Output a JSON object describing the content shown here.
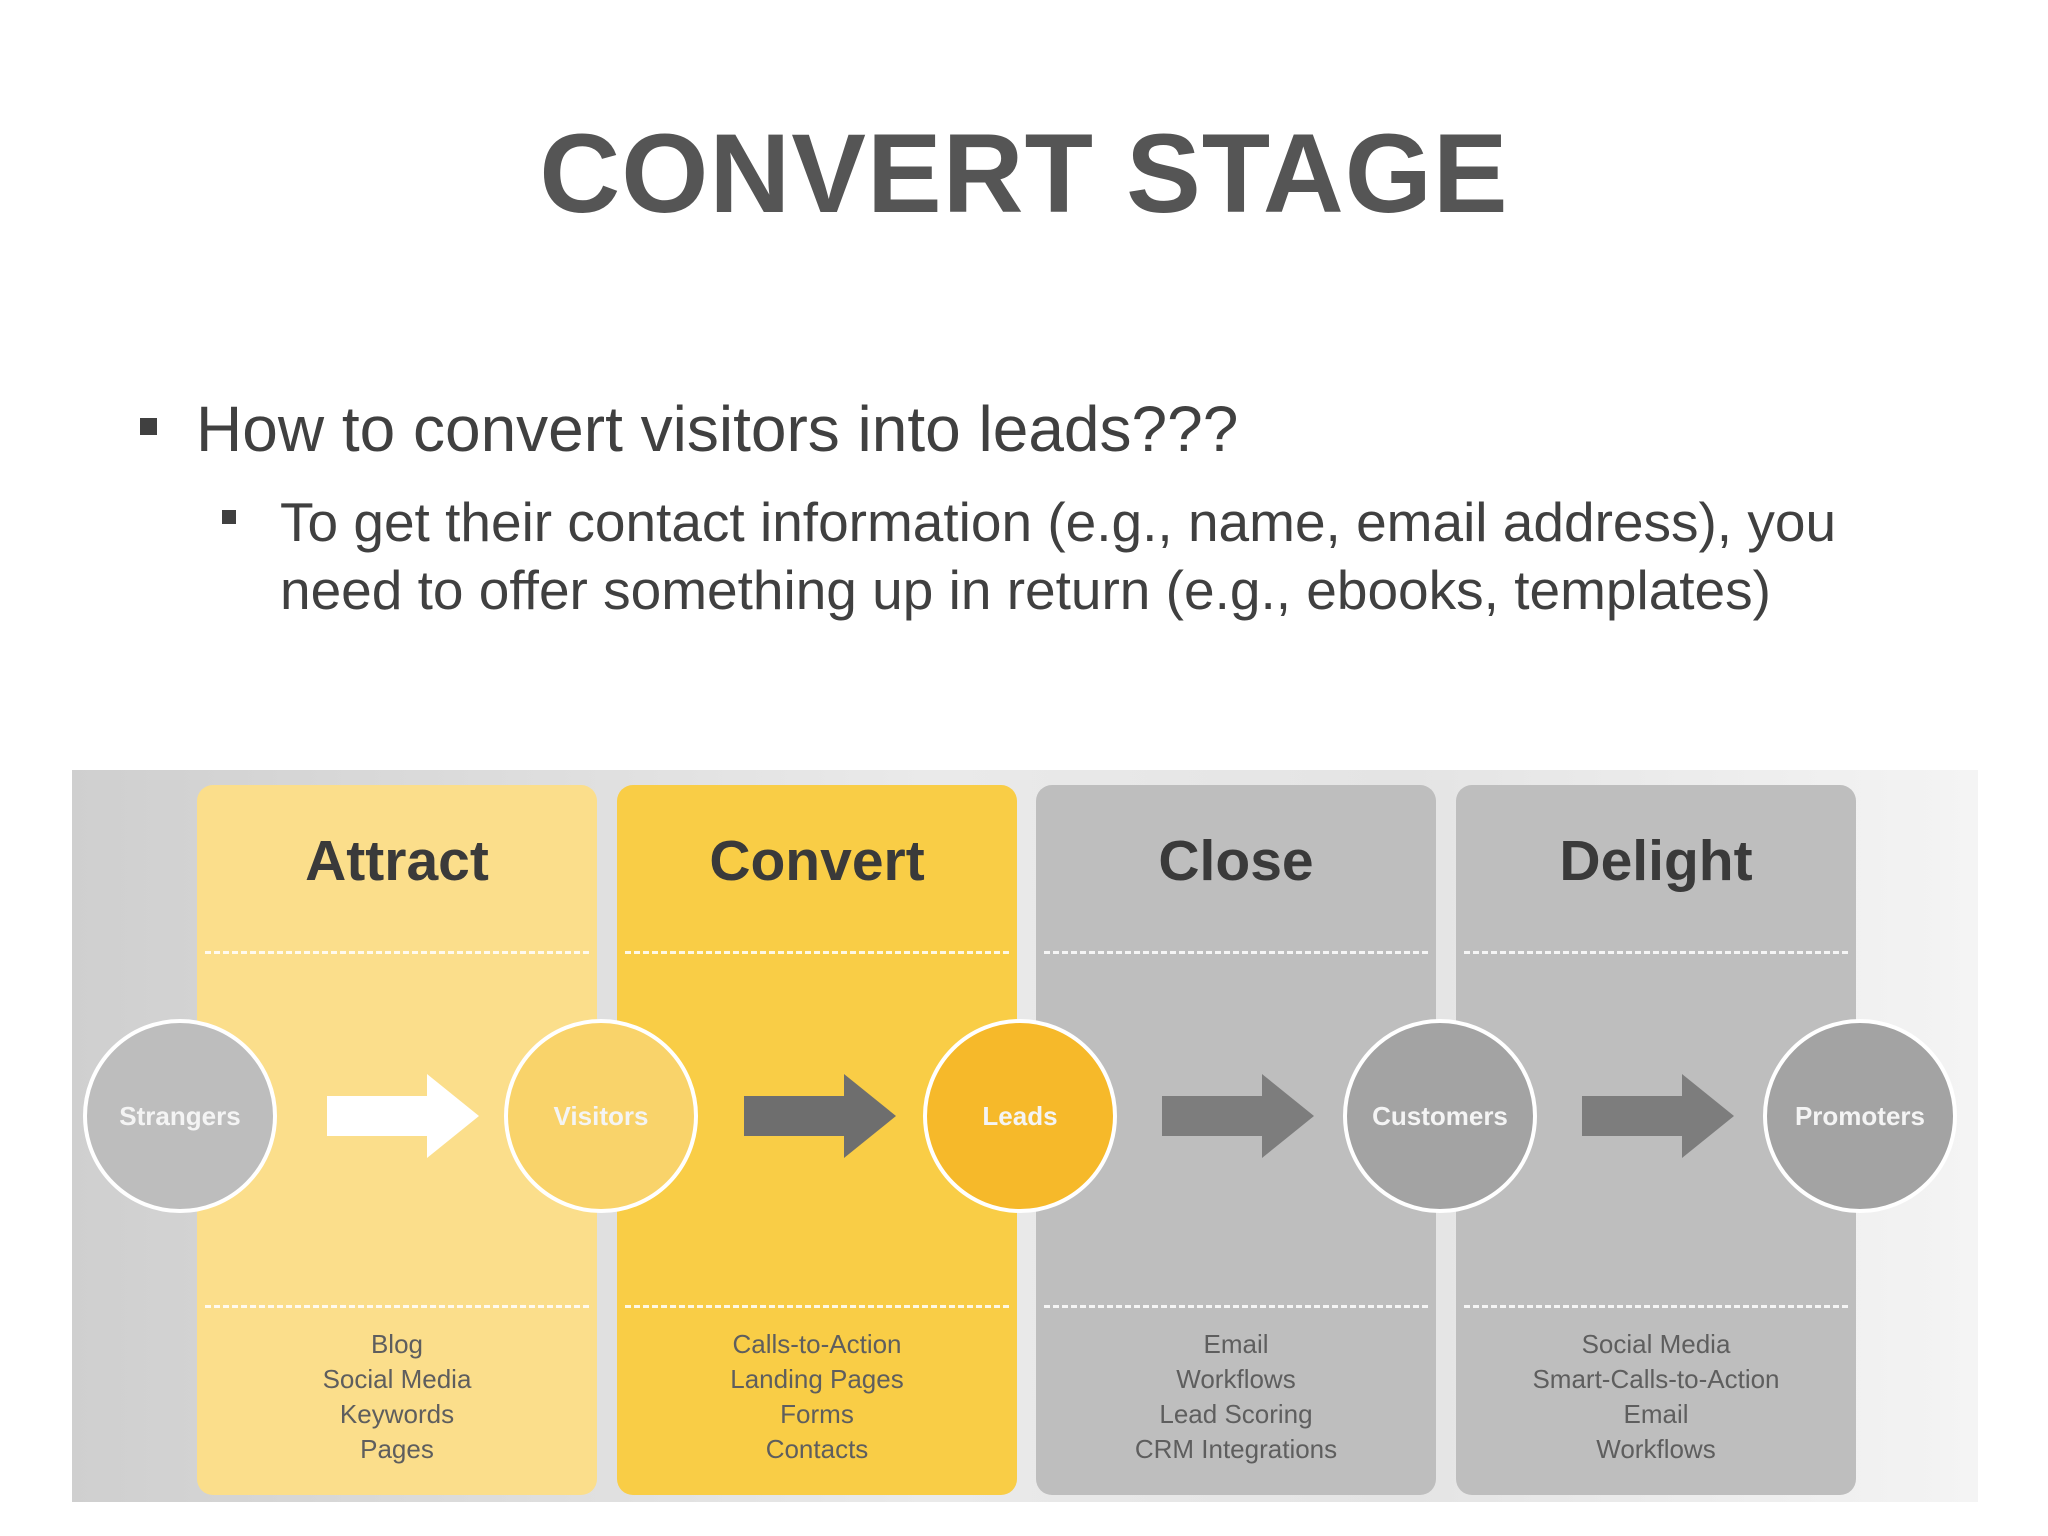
{
  "slide": {
    "title": "CONVERT STAGE",
    "bullet_1": "How to convert visitors into leads???",
    "bullet_2": "To get their contact information (e.g., name, email address), you need to offer something up in return (e.g., ebooks, templates)"
  },
  "diagram": {
    "stages": [
      {
        "title": "Attract",
        "color": "#fbde8b",
        "items": [
          "Blog",
          "Social Media",
          "Keywords",
          "Pages"
        ]
      },
      {
        "title": "Convert",
        "color": "#f9cd46",
        "items": [
          "Calls-to-Action",
          "Landing Pages",
          "Forms",
          "Contacts"
        ]
      },
      {
        "title": "Close",
        "color": "#bebebe",
        "items": [
          "Email",
          "Workflows",
          "Lead Scoring",
          "CRM Integrations"
        ]
      },
      {
        "title": "Delight",
        "color": "#bebebe",
        "items": [
          "Social Media",
          "Smart-Calls-to-Action",
          "Email",
          "Workflows"
        ]
      }
    ],
    "nodes": [
      {
        "label": "Strangers",
        "color": "#bdbdbd"
      },
      {
        "label": "Visitors",
        "color": "#f9d36a"
      },
      {
        "label": "Leads",
        "color": "#f6b92a"
      },
      {
        "label": "Customers",
        "color": "#a3a3a3"
      },
      {
        "label": "Promoters",
        "color": "#a3a3a3"
      }
    ],
    "arrow_colors": [
      "#ffffff",
      "#6e6e6e",
      "#7d7d7d",
      "#7d7d7d"
    ]
  }
}
